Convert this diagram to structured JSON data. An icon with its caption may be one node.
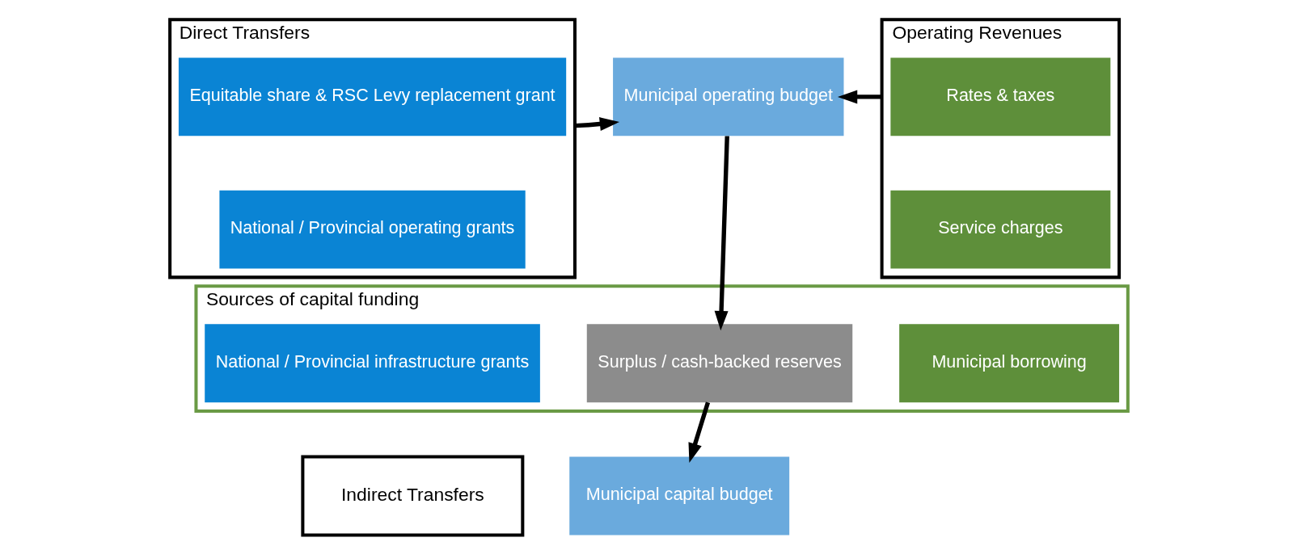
{
  "diagram": {
    "nodes": [
      {
        "text": [
          "Direct Transfers"
        ]
      },
      {
        "text": [
          "Equitable share & RSC Levy replacement grant"
        ],
        "in": 0
      },
      {
        "text": [
          "National / Provincial operating grants"
        ],
        "in": 0
      },
      {
        "text": [
          "Municipal operating budget"
        ]
      },
      {
        "text": [
          "Operating Revenues"
        ]
      },
      {
        "text": [
          "Rates & taxes"
        ],
        "in": 4
      },
      {
        "text": [
          "Service charges"
        ],
        "in": 4
      },
      {
        "text": [
          "Sources of capital funding"
        ]
      },
      {
        "text": [
          "National / Provincial infrastructure grants"
        ],
        "in": 7
      },
      {
        "text": [
          "Surplus / cash-backed reserves"
        ],
        "in": 7
      },
      {
        "text": [
          "Municipal borrowing"
        ],
        "in": 7
      },
      {
        "text": [
          "Indirect Transfers"
        ]
      },
      {
        "text": [
          "Municipal capital budget"
        ]
      }
    ],
    "edges": [
      {
        "from": 0,
        "to": 3,
        "arrow": "to"
      },
      {
        "from": 4,
        "to": 3,
        "arrow": "to"
      },
      {
        "from": 3,
        "to": 9,
        "arrow": "to"
      },
      {
        "from": 9,
        "to": 12,
        "arrow": "to"
      }
    ]
  }
}
